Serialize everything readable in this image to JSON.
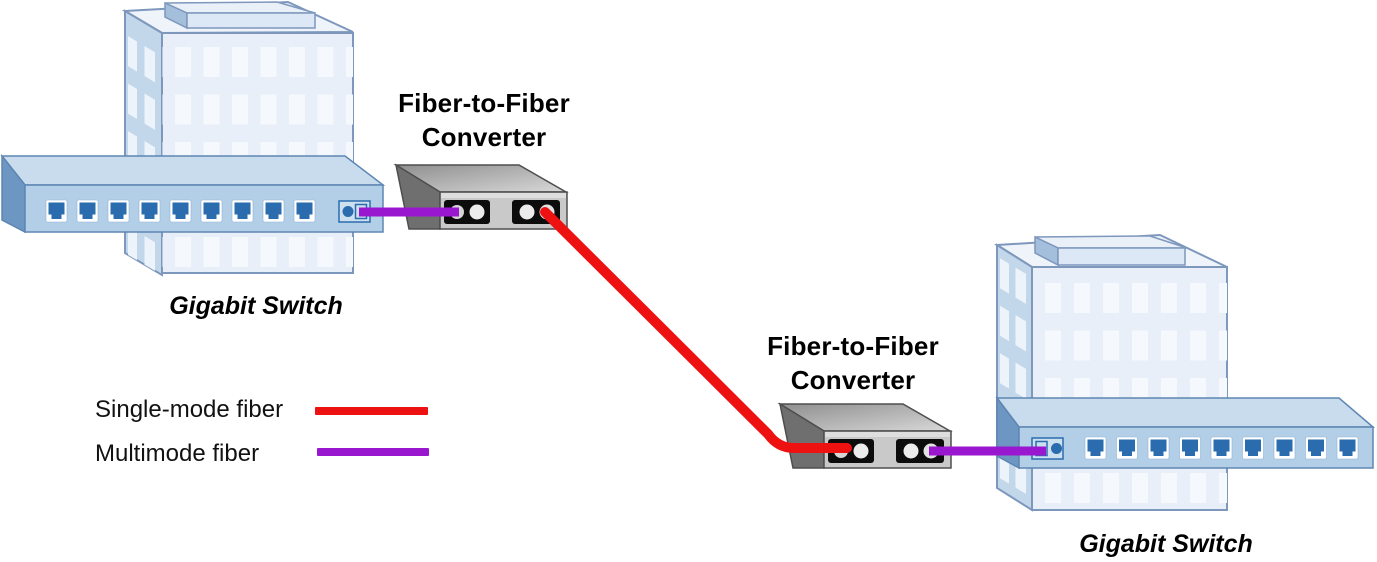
{
  "diagram": {
    "kind": "fiber-network-topology",
    "labels": {
      "converter_top": {
        "line1": "Fiber-to-Fiber",
        "line2": "Converter"
      },
      "converter_bottom": {
        "line1": "Fiber-to-Fiber",
        "line2": "Converter"
      },
      "switch_left": "Gigabit Switch",
      "switch_right": "Gigabit Switch"
    },
    "legend": {
      "items": [
        {
          "label": "Single-mode fiber",
          "color": "#ee1111"
        },
        {
          "label": "Multimode fiber",
          "color": "#9a17d0"
        }
      ]
    }
  }
}
